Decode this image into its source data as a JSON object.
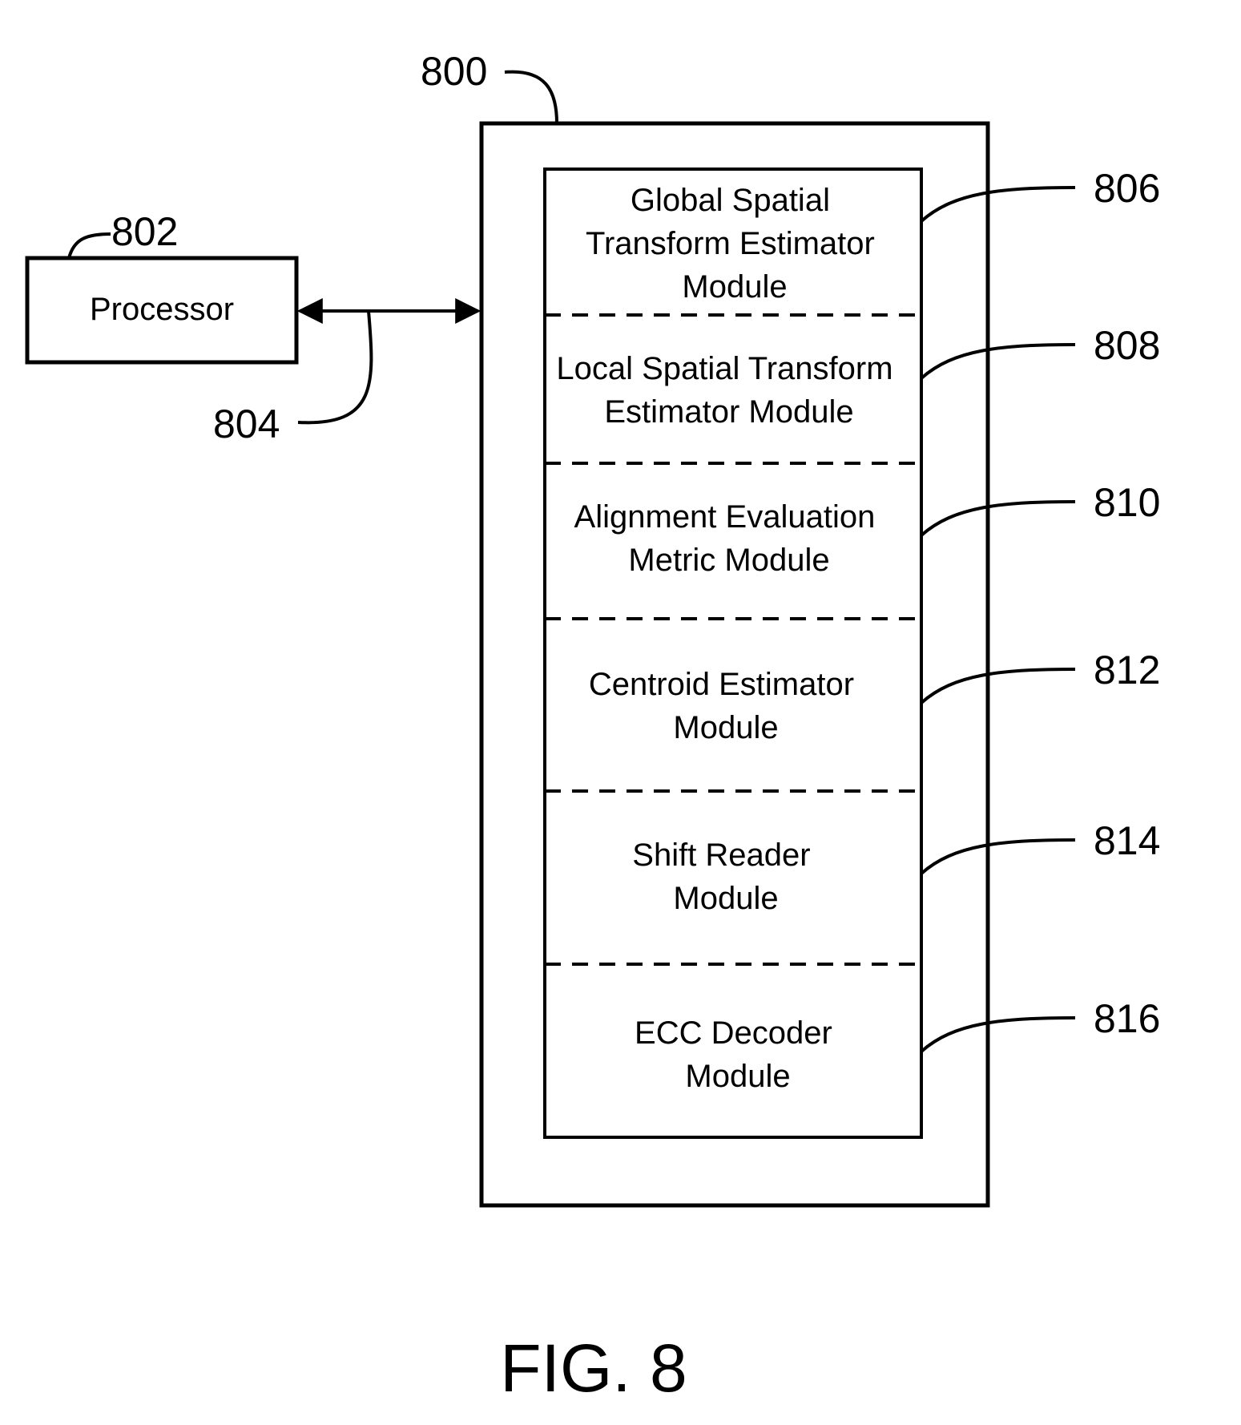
{
  "processor": {
    "label": "Processor",
    "ref": "802"
  },
  "link_ref": "804",
  "container_ref": "800",
  "modules": [
    {
      "lines": [
        "Global Spatial",
        "Transform Estimator",
        "Module"
      ],
      "ref": "806"
    },
    {
      "lines": [
        "Local Spatial Transform",
        "Estimator Module"
      ],
      "ref": "808"
    },
    {
      "lines": [
        "Alignment Evaluation",
        "Metric Module"
      ],
      "ref": "810"
    },
    {
      "lines": [
        "Centroid Estimator",
        "Module"
      ],
      "ref": "812"
    },
    {
      "lines": [
        "Shift Reader",
        "Module"
      ],
      "ref": "814"
    },
    {
      "lines": [
        "ECC Decoder",
        "Module"
      ],
      "ref": "816"
    }
  ],
  "figure_label": "FIG. 8"
}
